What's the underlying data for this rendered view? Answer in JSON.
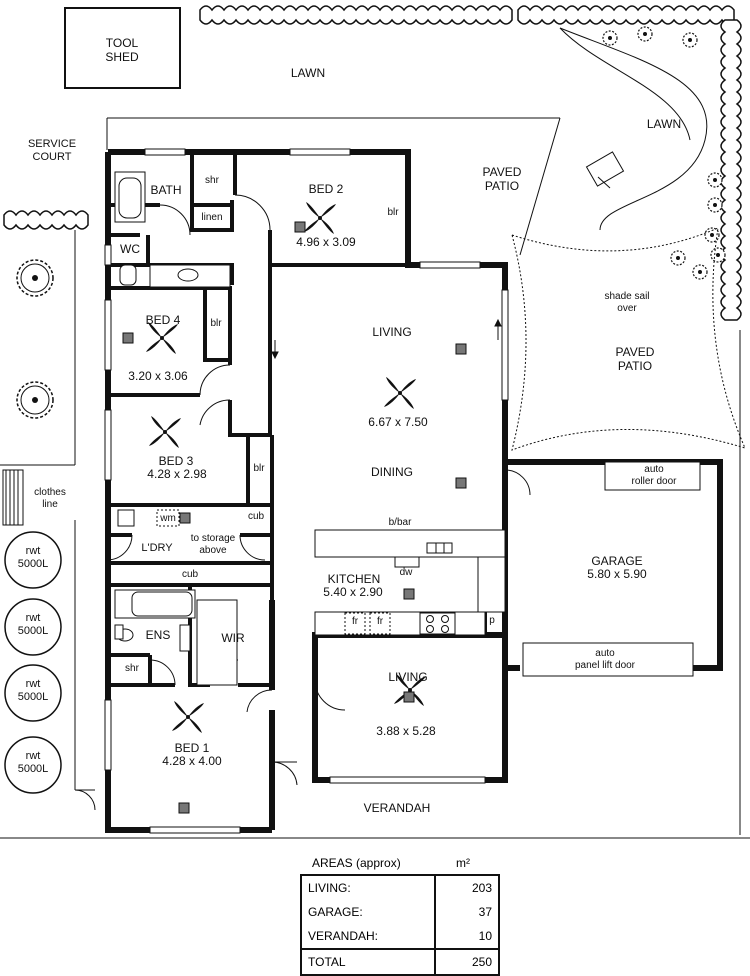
{
  "outside": {
    "tool_shed": "TOOL\nSHED",
    "lawn_top": "LAWN",
    "lawn_right": "LAWN",
    "service_court": "SERVICE\nCOURT",
    "paved_patio_top": "PAVED\nPATIO",
    "shade_sail": "shade sail\nover",
    "paved_patio_right": "PAVED\nPATIO",
    "clothes_line": "clothes\nline",
    "rwt_tanks": [
      "rwt\n5000L",
      "rwt\n5000L",
      "rwt\n5000L",
      "rwt\n5000L"
    ],
    "verandah": "VERANDAH"
  },
  "rooms": {
    "bath": "BATH",
    "shr_top": "shr",
    "linen": "linen",
    "bed2": "BED 2",
    "bed2_size": "4.96 x 3.09",
    "blr_bed2": "blr",
    "wc": "WC",
    "bed4": "BED 4",
    "bed4_size": "3.20 x 3.06",
    "blr_bed4": "blr",
    "bed3": "BED 3",
    "bed3_size": "4.28 x 2.98",
    "blr_bed3": "blr",
    "wm": "wm",
    "cub_laundry": "cub",
    "laundry": "L'DRY",
    "storage": "to storage\nabove",
    "cub_hall": "cub",
    "ens": "ENS",
    "wir": "WIR",
    "shr_ens": "shr",
    "bed1": "BED 1",
    "bed1_size": "4.28 x 4.00",
    "living_main": "LIVING",
    "living_main_size": "6.67 x 7.50",
    "dining": "DINING",
    "bbar": "b/bar",
    "dw": "dw",
    "kitchen": "KITCHEN",
    "kitchen_size": "5.40 x 2.90",
    "fr1": "fr",
    "fr2": "fr",
    "pantry": "p",
    "living2": "LIVING",
    "living2_size": "3.88 x 5.28",
    "garage": "GARAGE",
    "garage_size": "5.80 x 5.90",
    "roller_door": "auto\nroller door",
    "panel_door": "auto\npanel lift door"
  },
  "areas": {
    "title": "AREAS (approx)",
    "unit": "m²",
    "rows": [
      {
        "label": "LIVING:",
        "value": "203"
      },
      {
        "label": "GARAGE:",
        "value": "37"
      },
      {
        "label": "VERANDAH:",
        "value": "10"
      }
    ],
    "total_label": "TOTAL",
    "total_value": "250"
  }
}
